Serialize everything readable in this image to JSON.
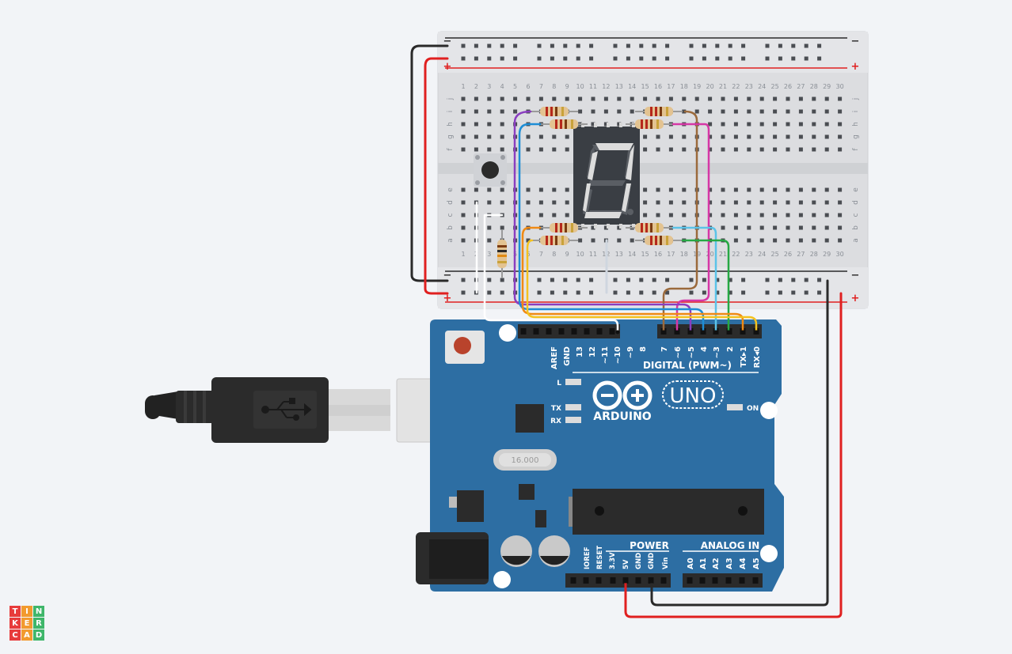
{
  "breadboard": {
    "rail_minus": "−",
    "rail_plus": "+",
    "columns": [
      "1",
      "2",
      "3",
      "4",
      "5",
      "6",
      "7",
      "8",
      "9",
      "10",
      "11",
      "12",
      "13",
      "14",
      "15",
      "16",
      "17",
      "18",
      "19",
      "20",
      "21",
      "22",
      "23",
      "24",
      "25",
      "26",
      "27",
      "28",
      "29",
      "30"
    ],
    "rows_top": [
      "j",
      "i",
      "h",
      "g",
      "f"
    ],
    "rows_bottom": [
      "e",
      "d",
      "c",
      "b",
      "a"
    ]
  },
  "arduino": {
    "brand": "ARDUINO",
    "model": "UNO",
    "digital_header_label": "DIGITAL (PWM~)",
    "digital_pins": [
      "AREF",
      "GND",
      "13",
      "12",
      "~11",
      "~10",
      "~9",
      "8",
      "7",
      "~6",
      "~5",
      "4",
      "~3",
      "2",
      "TX▸1",
      "RX◂0"
    ],
    "power_header_label": "POWER",
    "power_pins": [
      "IOREF",
      "RESET",
      "3.3V",
      "5V",
      "GND",
      "GND",
      "Vin"
    ],
    "analog_header_label": "ANALOG IN",
    "analog_pins": [
      "A0",
      "A1",
      "A2",
      "A3",
      "A4",
      "A5"
    ],
    "led_labels": {
      "l": "L",
      "tx": "TX",
      "rx": "RX",
      "on": "ON"
    },
    "crystal_label": "16.000"
  },
  "logo": {
    "letters": [
      "T",
      "I",
      "N",
      "K",
      "E",
      "R",
      "C",
      "A",
      "D"
    ],
    "colors": [
      "#e73b3b",
      "#f29a2e",
      "#3fb66a",
      "#3fa5e6"
    ]
  },
  "wire_colors": {
    "red": "#e02020",
    "black": "#2a2a2a",
    "white": "#ffffff",
    "brown": "#9b6a3c",
    "magenta": "#d637a6",
    "purple": "#8a3ec0",
    "blue": "#1e8ed6",
    "cyan": "#5bc3e8",
    "green": "#27a844",
    "orange": "#f08a14",
    "yellow": "#f3c220"
  }
}
